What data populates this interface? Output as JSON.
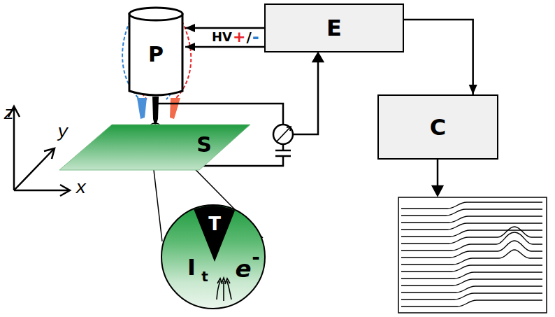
{
  "diagram": {
    "nodes": [
      {
        "text": [
          "P"
        ]
      },
      {
        "text": [
          "E"
        ]
      },
      {
        "text": [
          "C"
        ]
      },
      {
        "text": [
          "S"
        ]
      },
      {
        "text": [
          "I",
          "t",
          "e",
          "-"
        ]
      },
      {
        "text": [
          "T"
        ],
        "in": 4
      }
    ],
    "edges": [
      {
        "from": 1,
        "to": 0,
        "arrow": "to"
      },
      {
        "from": 1,
        "to": 0,
        "arrow": "to"
      },
      {
        "from": 1,
        "to": 2,
        "arrow": "to"
      }
    ],
    "labels": [
      "HV",
      "+",
      "/",
      "-",
      "z",
      "y",
      "x"
    ]
  }
}
